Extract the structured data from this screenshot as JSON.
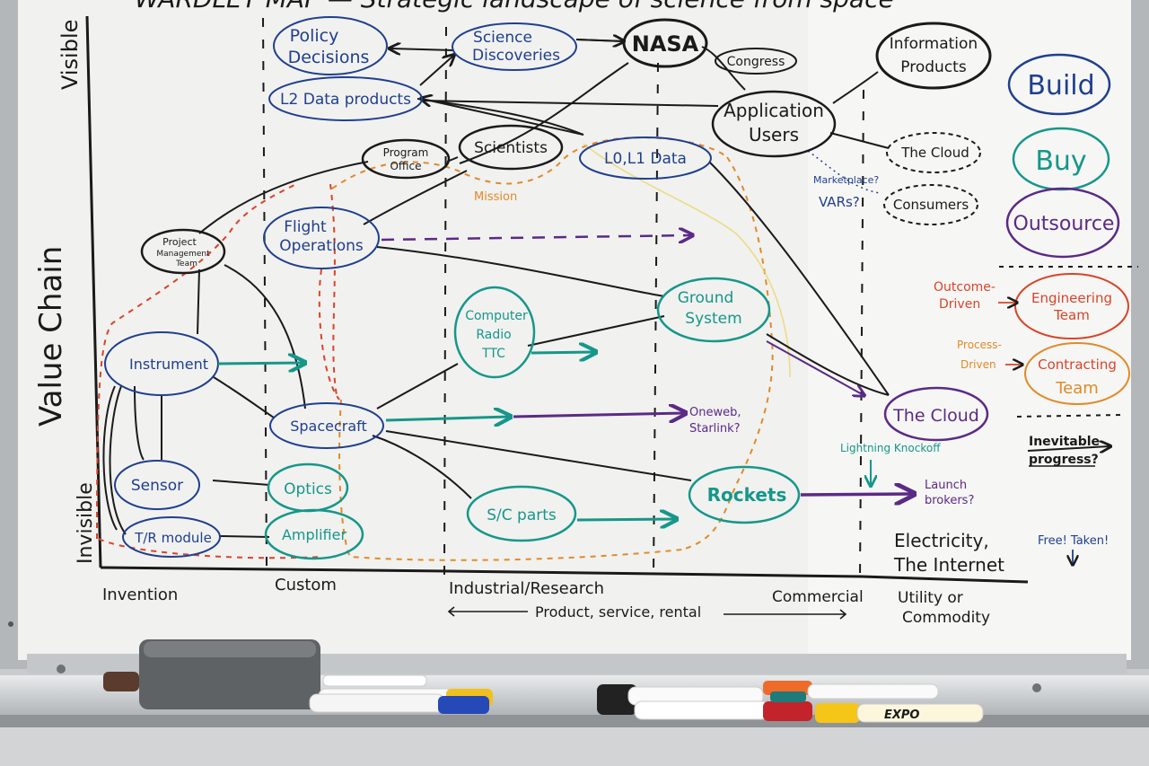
{
  "title": "WARDLEY MAP — Strategic landscape of science from space",
  "axes": {
    "y_label": "Value Chain",
    "y_top": "Visible",
    "y_bottom": "Invisible",
    "x_stages": [
      "Invention",
      "Custom",
      "Industrial/Research",
      "Commercial",
      "Utility or",
      "Commodity"
    ],
    "x_sub": "Product, service, rental"
  },
  "nodes": {
    "policy": [
      "Policy",
      "Decisions"
    ],
    "science": [
      "Science",
      "Discoveries"
    ],
    "nasa": "NASA",
    "congress": "Congress",
    "info_products": [
      "Information",
      "Products"
    ],
    "l2": "L2 Data products",
    "app_users": [
      "Application",
      "Users"
    ],
    "scientists": "Scientists",
    "program_office": [
      "Program",
      "Office"
    ],
    "mission": "Mission",
    "l01": "L0,L1 Data",
    "cloud_small": "The Cloud",
    "marketplace": [
      "Marketplace?",
      "VARs?"
    ],
    "consumers": "Consumers",
    "pmt": [
      "Project",
      "Management",
      "Team"
    ],
    "flight_ops": [
      "Flight",
      "Operations"
    ],
    "computer": [
      "Computer",
      "Radio",
      "TTC"
    ],
    "ground": [
      "Ground",
      "System"
    ],
    "instrument": "Instrument",
    "spacecraft": "Spacecraft",
    "oneweb": [
      "Oneweb,",
      "Starlink?"
    ],
    "cloud_big": "The Cloud",
    "lightning": "Lightning Knockoff",
    "sensor": "Sensor",
    "optics": "Optics",
    "sc_parts": "S/C parts",
    "rockets": "Rockets",
    "launch": [
      "Launch",
      "brokers?"
    ],
    "tr_module": "T/R module",
    "amplifier": "Amplifier",
    "electricity": [
      "Electricity,",
      "The Internet"
    ]
  },
  "legend": {
    "build": "Build",
    "buy": "Buy",
    "outsource": "Outsource",
    "outcome": [
      "Outcome-",
      "Driven"
    ],
    "engineering": [
      "Engineering",
      "Team"
    ],
    "process": [
      "Process-",
      "Driven"
    ],
    "contracting": [
      "Contracting",
      "Team"
    ],
    "inevitable": [
      "Inevitable",
      "progress?"
    ],
    "free": "Free! Taken!"
  },
  "tray": {
    "expo_label": "EXPO"
  },
  "colors": {
    "board": "#f1f1ef",
    "ink_black": "#1a1a1a",
    "ink_blue": "#1f3f8f",
    "ink_teal": "#15978a",
    "ink_purple": "#5b2a86",
    "ink_red": "#d8442b",
    "ink_orange": "#e08a2a"
  }
}
